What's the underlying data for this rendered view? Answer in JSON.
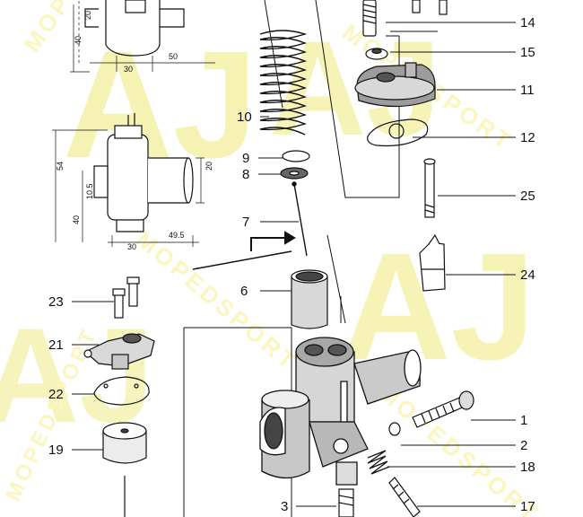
{
  "watermark": {
    "letters": "AJ",
    "text": "MOPEDSPORT",
    "color": "#f4ee9a"
  },
  "dimensions": {
    "top_left": [
      "40",
      "30",
      "50",
      "20"
    ],
    "mid_left": [
      "54",
      "40",
      "30",
      "49.5",
      "20",
      "10.5"
    ]
  },
  "parts": [
    {
      "id": "p14",
      "number": "14"
    },
    {
      "id": "p15",
      "number": "15"
    },
    {
      "id": "p11",
      "number": "11"
    },
    {
      "id": "p10",
      "number": "10"
    },
    {
      "id": "p12",
      "number": "12"
    },
    {
      "id": "p9",
      "number": "9"
    },
    {
      "id": "p8",
      "number": "8"
    },
    {
      "id": "p25",
      "number": "25"
    },
    {
      "id": "p7",
      "number": "7"
    },
    {
      "id": "p24",
      "number": "24"
    },
    {
      "id": "p23",
      "number": "23"
    },
    {
      "id": "p6",
      "number": "6"
    },
    {
      "id": "p21",
      "number": "21"
    },
    {
      "id": "p22",
      "number": "22"
    },
    {
      "id": "p1",
      "number": "1"
    },
    {
      "id": "p2",
      "number": "2"
    },
    {
      "id": "p19",
      "number": "19"
    },
    {
      "id": "p18",
      "number": "18"
    },
    {
      "id": "p3",
      "number": "3"
    },
    {
      "id": "p17",
      "number": "17"
    }
  ]
}
